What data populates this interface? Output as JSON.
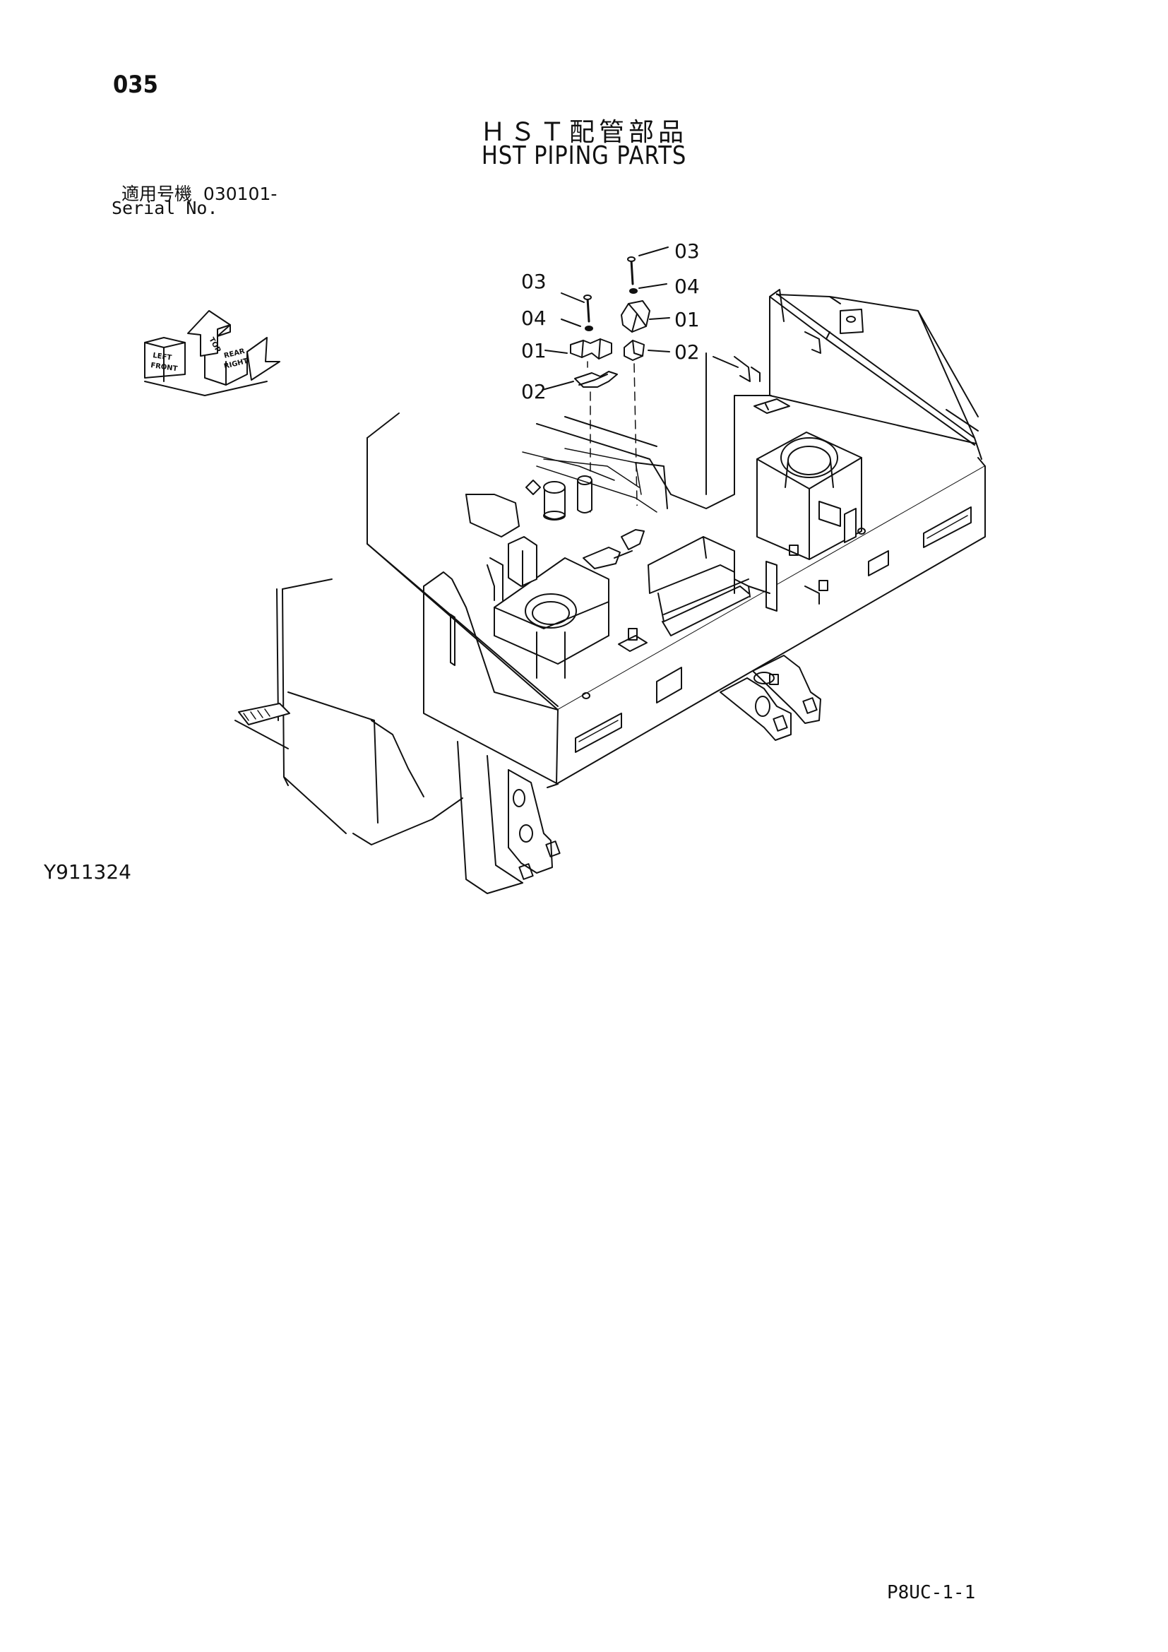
{
  "header": {
    "page_number": "035",
    "title_jp": "ＨＳＴ配管部品",
    "title_en": "HST PIPING PARTS",
    "serial_label_jp": "適用号機",
    "serial_value": "030101-",
    "serial_label_en": "Serial No."
  },
  "direction_indicator": {
    "front": "FRONT",
    "top": "TOP",
    "right": "RIGHT",
    "left": "LEFT",
    "rear": "REAR"
  },
  "callouts": {
    "left_bolt": "03",
    "left_washer": "04",
    "left_clamp": "01",
    "left_plate": "02",
    "right_bolt": "03",
    "right_washer": "04",
    "right_clamp": "01",
    "right_plate": "02"
  },
  "footer": {
    "figure_code": "Y911324",
    "sheet_code": "P8UC-1-1"
  },
  "colors": {
    "line": "#111111",
    "background": "#ffffff"
  }
}
